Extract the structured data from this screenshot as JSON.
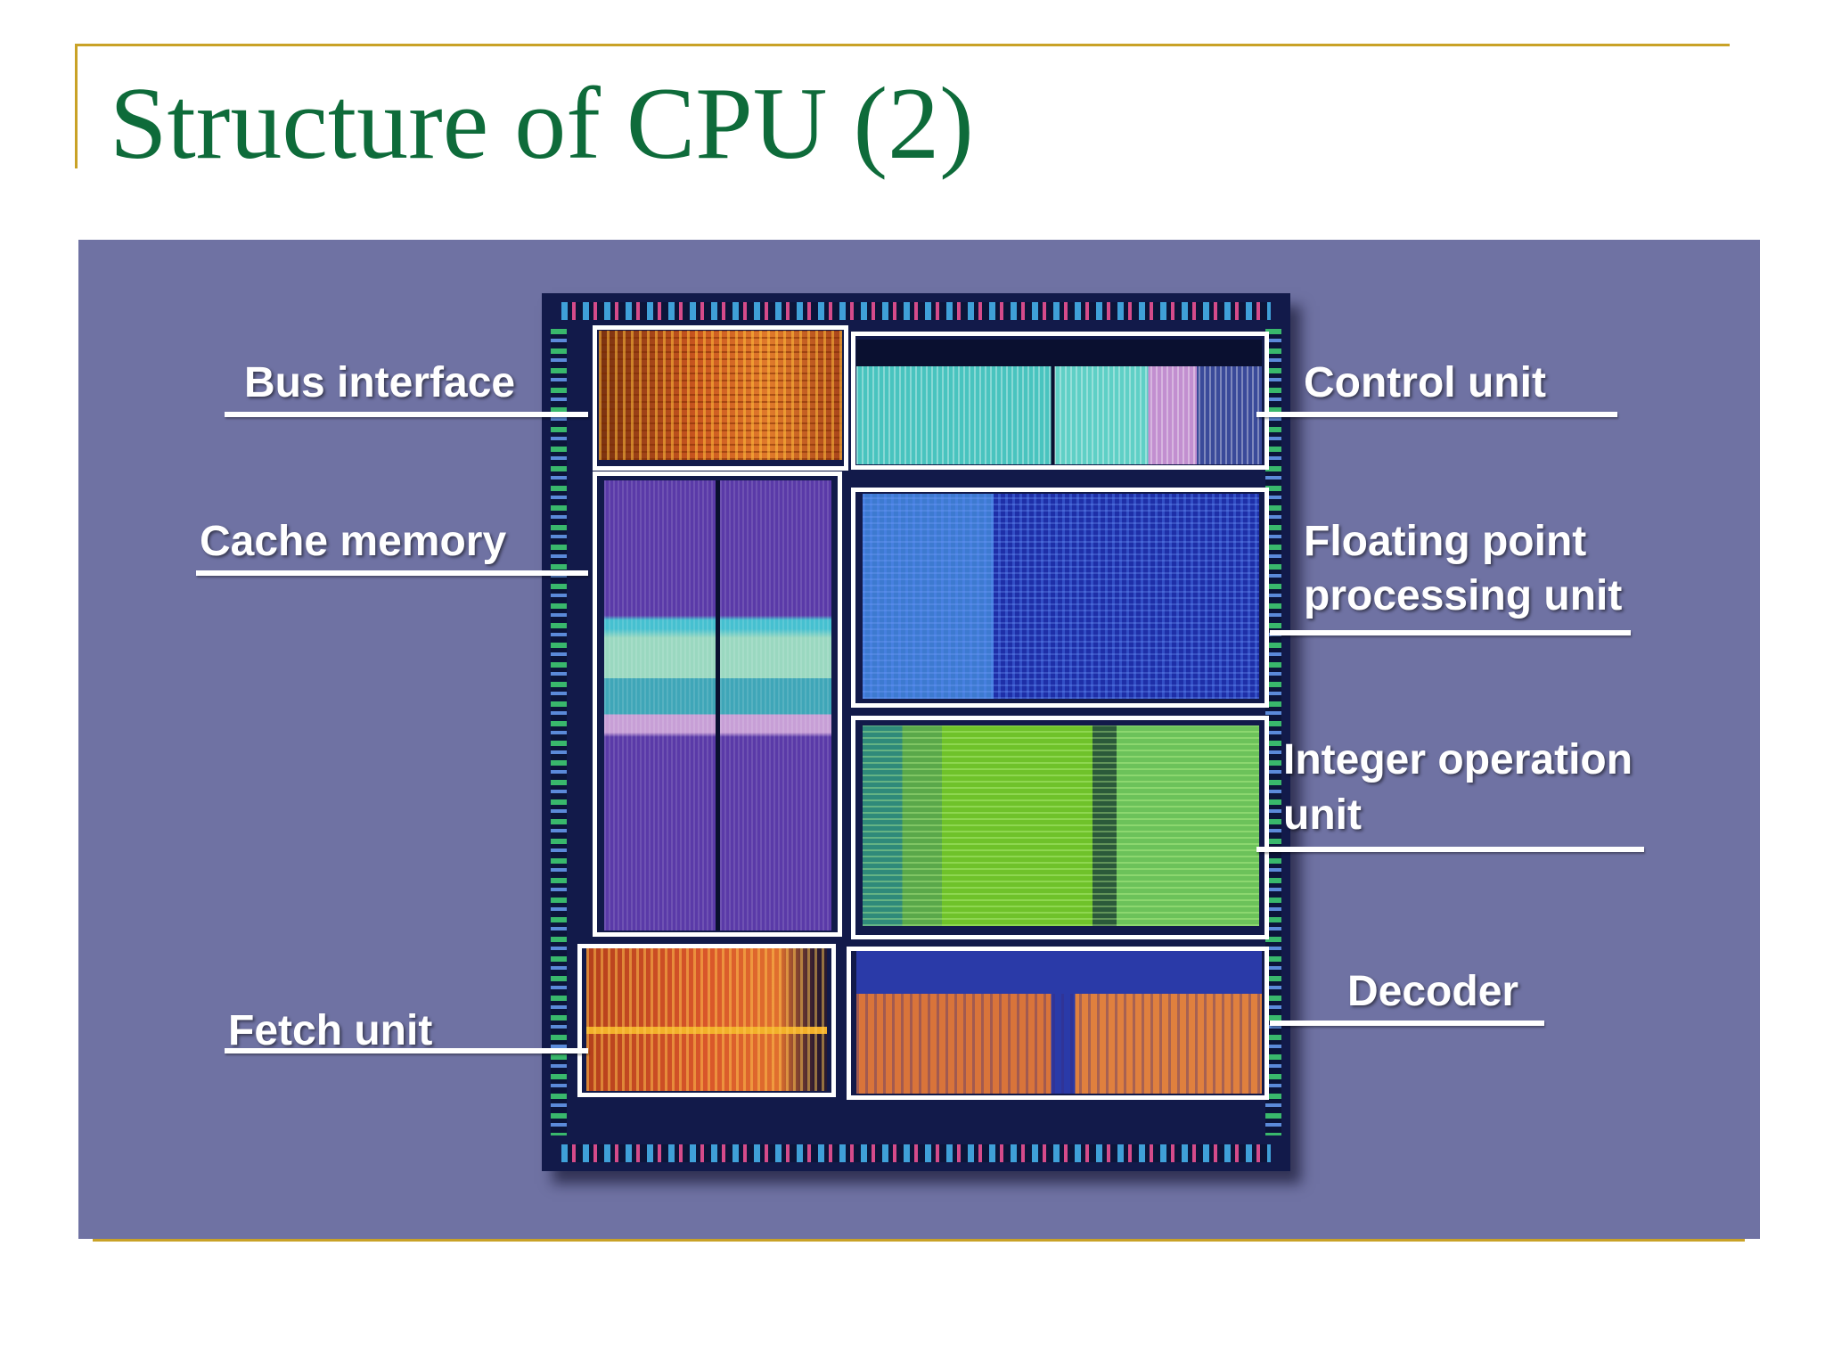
{
  "slide": {
    "title": "Structure of CPU (2)"
  },
  "diagram": {
    "labels": {
      "bus_interface": "Bus interface",
      "cache_memory": "Cache memory",
      "fetch_unit": "Fetch unit",
      "control_unit": "Control unit",
      "floating_point_line1": "Floating point",
      "floating_point_line2": "processing unit",
      "integer_line1": "Integer operation",
      "integer_line2": "unit",
      "decoder": "Decoder"
    }
  },
  "colors": {
    "title": "#0e6b3a",
    "rule": "#c9a227",
    "panel": "#6f72a3",
    "label": "#ffffff"
  }
}
